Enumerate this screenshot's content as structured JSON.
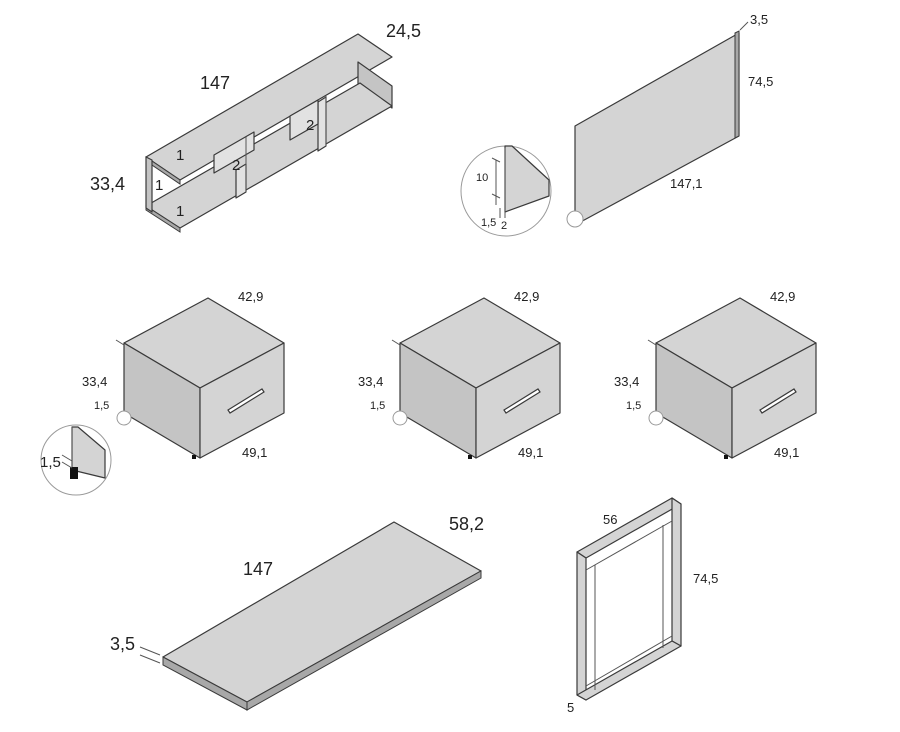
{
  "shelf": {
    "depth": "24,5",
    "width": "147",
    "height": "33,4",
    "comp_1a": "1",
    "comp_1b": "1",
    "comp_1c": "1",
    "comp_2a": "2",
    "comp_2b": "2"
  },
  "modesty_panel": {
    "thickness": "3,5",
    "height": "74,5",
    "width": "147,1",
    "detail_10": "10",
    "detail_15": "1,5",
    "detail_2": "2"
  },
  "drawers": [
    {
      "depth": "42,9",
      "height": "33,4",
      "foot": "1,5",
      "width": "49,1"
    },
    {
      "depth": "42,9",
      "height": "33,4",
      "foot": "1,5",
      "width": "49,1"
    },
    {
      "depth": "42,9",
      "height": "33,4",
      "foot": "1,5",
      "width": "49,1"
    }
  ],
  "drawer_detail": {
    "foot": "1,5"
  },
  "desktop": {
    "width": "147",
    "depth": "58,2",
    "thickness": "3,5"
  },
  "leg_frame": {
    "depth": "56",
    "height": "74,5",
    "profile": "5"
  },
  "colors": {
    "panel": "#d4d4d4",
    "line": "#3a3a3a"
  }
}
